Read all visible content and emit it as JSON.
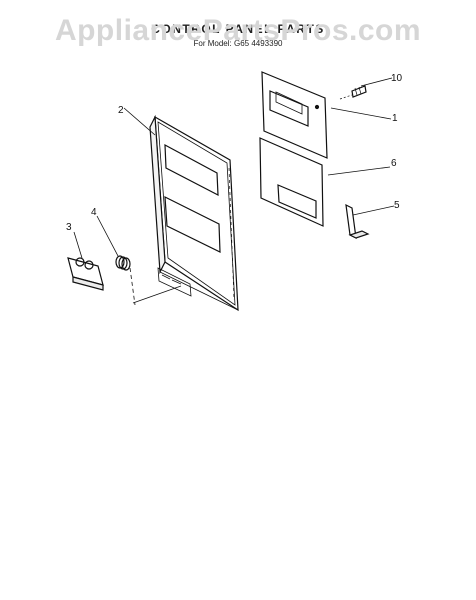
{
  "watermark": "AppliancePartsPros.com",
  "title": "CONTROL PANEL PARTS",
  "subtitle": "For Model: G65 4493390",
  "callouts": [
    "1",
    "2",
    "3",
    "4",
    "5",
    "6",
    "10"
  ]
}
